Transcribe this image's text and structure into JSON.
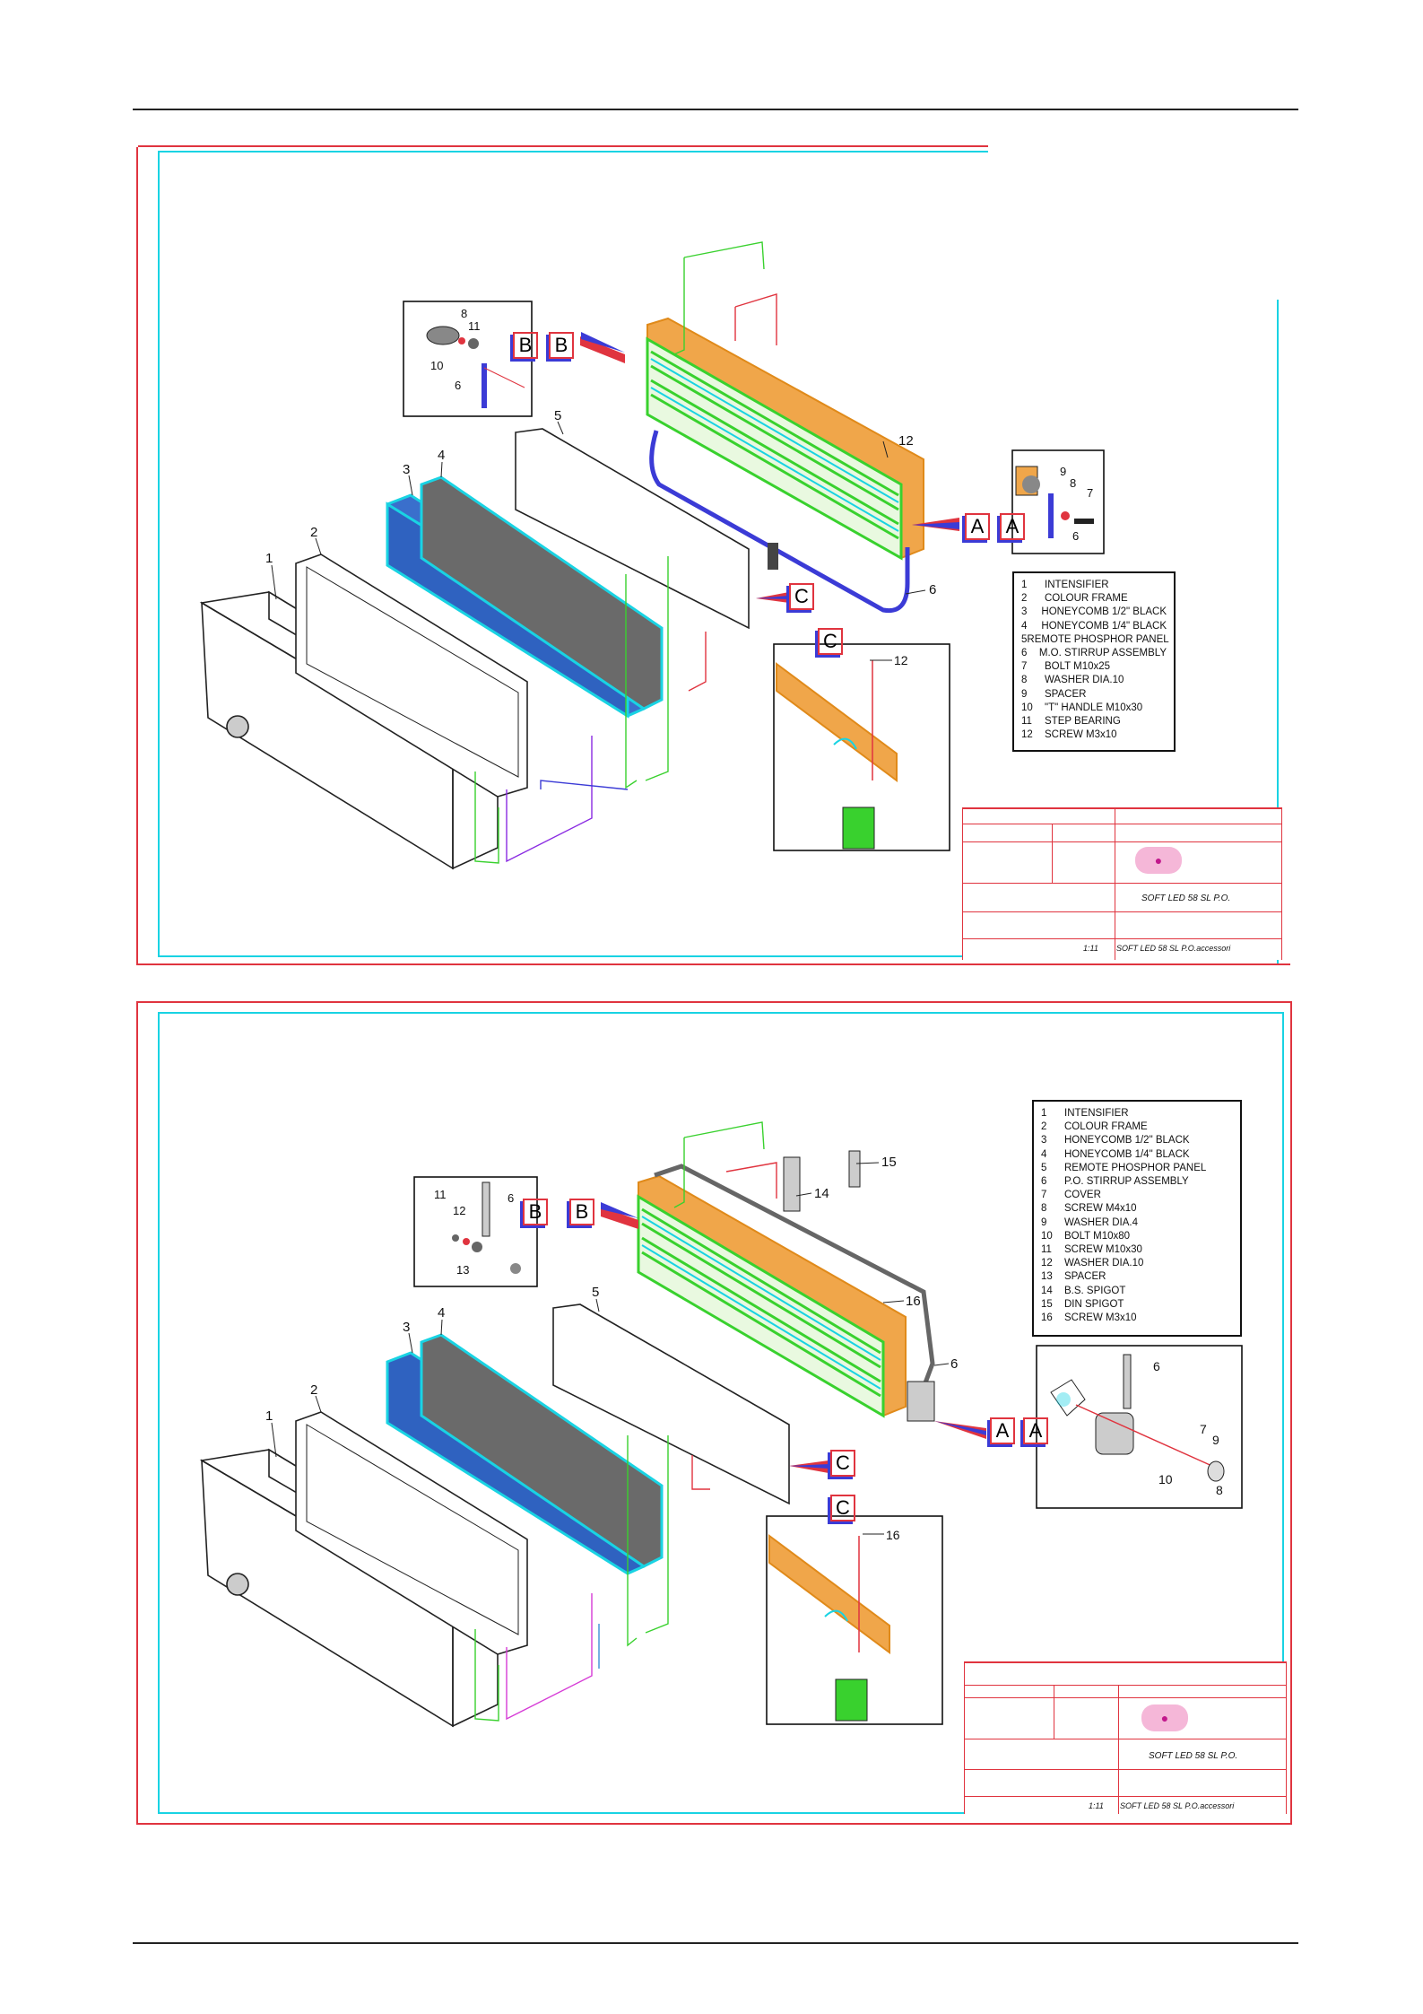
{
  "sheets": [
    {
      "callouts": [
        "1",
        "2",
        "3",
        "4",
        "5",
        "12",
        "9",
        "8",
        "7",
        "6",
        "8",
        "11",
        "10",
        "6",
        "12",
        "6"
      ],
      "view_labels": [
        "A",
        "A",
        "B",
        "B",
        "C",
        "C"
      ],
      "parts": [
        {
          "num": "1",
          "name": "INTENSIFIER"
        },
        {
          "num": "2",
          "name": "COLOUR FRAME"
        },
        {
          "num": "3",
          "name": "HONEYCOMB 1/2\" BLACK"
        },
        {
          "num": "4",
          "name": "HONEYCOMB 1/4\" BLACK"
        },
        {
          "num": "5",
          "name": "REMOTE PHOSPHOR PANEL"
        },
        {
          "num": "6",
          "name": "M.O. STIRRUP ASSEMBLY"
        },
        {
          "num": "7",
          "name": "BOLT M10x25"
        },
        {
          "num": "8",
          "name": "WASHER DIA.10"
        },
        {
          "num": "9",
          "name": "SPACER"
        },
        {
          "num": "10",
          "name": "\"T\" HANDLE M10x30"
        },
        {
          "num": "11",
          "name": "STEP BEARING"
        },
        {
          "num": "12",
          "name": "SCREW M3x10"
        }
      ],
      "title_block": {
        "description": "SOFT LED 58 SL P.O.",
        "drawing": "SOFT LED 58 SL P.O.accessori",
        "scale": "1:11"
      }
    },
    {
      "callouts": [
        "1",
        "2",
        "3",
        "4",
        "5",
        "14",
        "15",
        "16",
        "6",
        "11",
        "12",
        "13",
        "6",
        "7",
        "9",
        "8",
        "10",
        "6",
        "16"
      ],
      "view_labels": [
        "A",
        "A",
        "B",
        "B",
        "C",
        "C"
      ],
      "parts": [
        {
          "num": "1",
          "name": "INTENSIFIER"
        },
        {
          "num": "2",
          "name": "COLOUR FRAME"
        },
        {
          "num": "3",
          "name": "HONEYCOMB 1/2\" BLACK"
        },
        {
          "num": "4",
          "name": "HONEYCOMB 1/4\" BLACK"
        },
        {
          "num": "5",
          "name": "REMOTE PHOSPHOR PANEL"
        },
        {
          "num": "6",
          "name": "P.O. STIRRUP ASSEMBLY"
        },
        {
          "num": "7",
          "name": "COVER"
        },
        {
          "num": "8",
          "name": "SCREW M4x10"
        },
        {
          "num": "9",
          "name": "WASHER DIA.4"
        },
        {
          "num": "10",
          "name": "BOLT M10x80"
        },
        {
          "num": "11",
          "name": "SCREW M10x30"
        },
        {
          "num": "12",
          "name": "WASHER DIA.10"
        },
        {
          "num": "13",
          "name": "SPACER"
        },
        {
          "num": "14",
          "name": "B.S. SPIGOT"
        },
        {
          "num": "15",
          "name": "DIN SPIGOT"
        },
        {
          "num": "16",
          "name": "SCREW M3x10"
        }
      ],
      "title_block": {
        "description": "SOFT LED 58  SL P.O.",
        "drawing": "SOFT LED 58 SL P.O.accessori",
        "scale": "1:11"
      }
    }
  ]
}
